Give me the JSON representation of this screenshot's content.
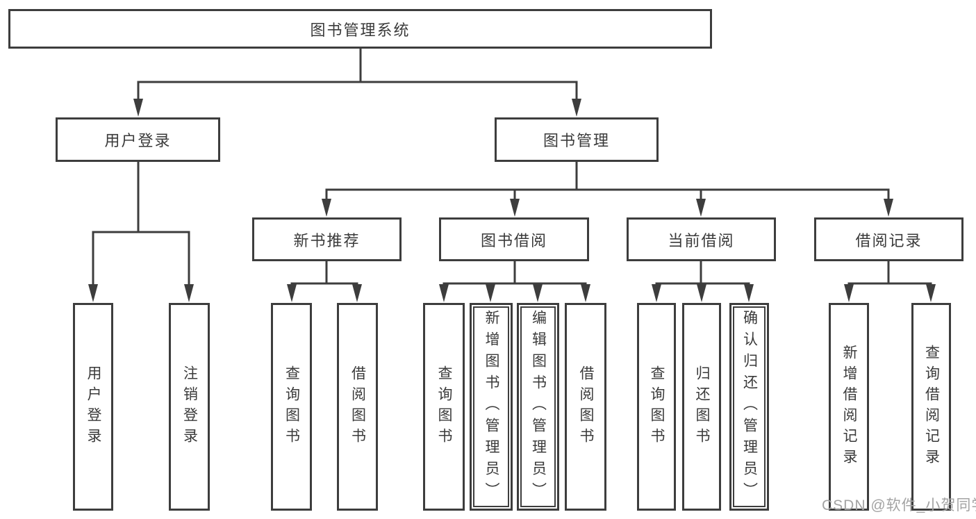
{
  "diagram": {
    "root": {
      "label": "图书管理系统"
    },
    "level2": [
      {
        "id": "user-login",
        "label": "用户登录"
      },
      {
        "id": "book-management",
        "label": "图书管理"
      }
    ],
    "level3": [
      {
        "id": "new-book-recommend",
        "label": "新书推荐"
      },
      {
        "id": "book-borrow",
        "label": "图书借阅"
      },
      {
        "id": "current-borrow",
        "label": "当前借阅"
      },
      {
        "id": "borrow-record",
        "label": "借阅记录"
      }
    ],
    "leaves": [
      {
        "id": "user-login-action",
        "parent": "user-login",
        "label": "用户登录"
      },
      {
        "id": "logout",
        "parent": "user-login",
        "label": "注销登录"
      },
      {
        "id": "query-book-1",
        "parent": "new-book-recommend",
        "label": "查询图书"
      },
      {
        "id": "borrow-book-1",
        "parent": "new-book-recommend",
        "label": "借阅图书"
      },
      {
        "id": "query-book-2",
        "parent": "book-borrow",
        "label": "查询图书"
      },
      {
        "id": "add-book-admin",
        "parent": "book-borrow",
        "label": "新增图书（管理员）"
      },
      {
        "id": "edit-book-admin",
        "parent": "book-borrow",
        "label": "编辑图书（管理员）"
      },
      {
        "id": "borrow-book-2",
        "parent": "book-borrow",
        "label": "借阅图书"
      },
      {
        "id": "query-book-3",
        "parent": "current-borrow",
        "label": "查询图书"
      },
      {
        "id": "return-book",
        "parent": "current-borrow",
        "label": "归还图书"
      },
      {
        "id": "confirm-return-admin",
        "parent": "current-borrow",
        "label": "确认归还（管理员）"
      },
      {
        "id": "add-borrow-record",
        "parent": "borrow-record",
        "label": "新增借阅记录"
      },
      {
        "id": "query-borrow-record",
        "parent": "borrow-record",
        "label": "查询借阅记录"
      }
    ]
  },
  "watermark": {
    "text": "CSDN @软件_小贺同学"
  },
  "colors": {
    "line": "#3d3d3d",
    "text": "#3a3a3a",
    "watermark": "#a3a3a3",
    "background": "#ffffff"
  }
}
